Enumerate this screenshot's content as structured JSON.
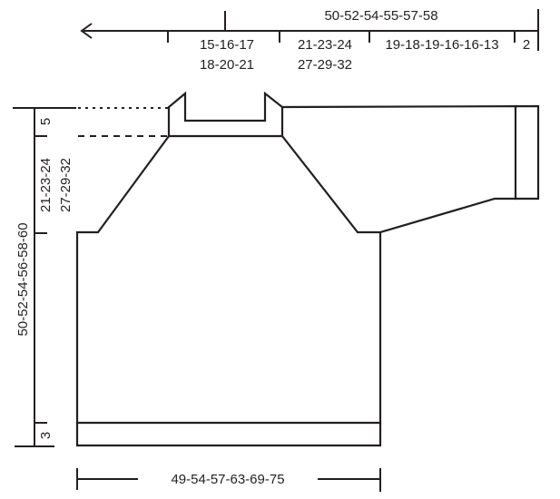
{
  "diagram": {
    "type": "knitting-schematic",
    "subject": "raglan sweater (body + sleeve)",
    "colors": {
      "line": "#231f20",
      "background": "#ffffff"
    },
    "top_dimension": {
      "total": "50-52-54-55-57-58",
      "segments": [
        {
          "label_line1": "15-16-17",
          "label_line2": "18-20-21"
        },
        {
          "label_line1": "21-23-24",
          "label_line2": "27-29-32"
        },
        {
          "label_line1": "19-18-19-16-16-13",
          "label_line2": ""
        },
        {
          "label_line1": "2",
          "label_line2": ""
        }
      ]
    },
    "left_dimension": {
      "total": "50-52-54-56-58-60",
      "neck_height": "5",
      "raglan_line1": "21-23-24",
      "raglan_line2": "27-29-32",
      "rib_height": "3"
    },
    "bottom_dimension": {
      "width": "49-54-57-63-69-75"
    }
  }
}
